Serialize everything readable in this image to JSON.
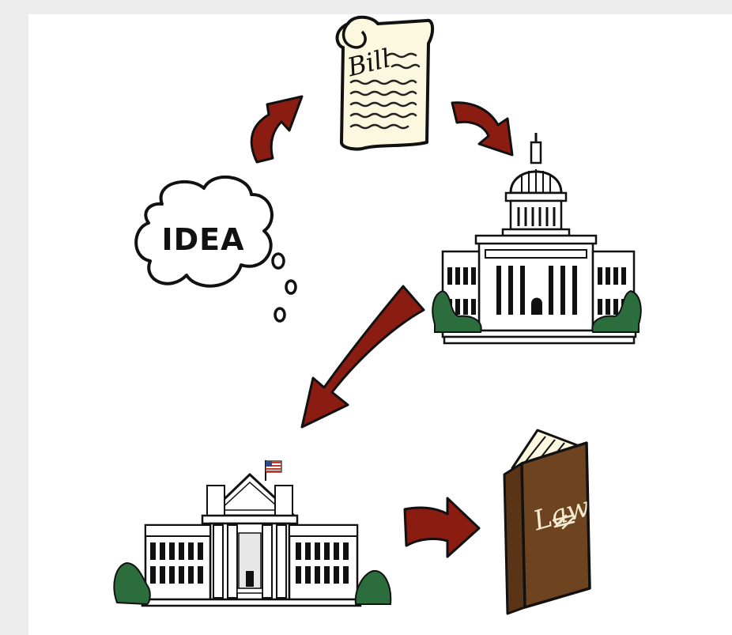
{
  "diagram": {
    "idea_label": "IDEA",
    "bill_label": "Bill",
    "law_label": "Law"
  },
  "colors": {
    "arrow": "#8a1c12",
    "paper": "#fbf8df",
    "book": "#6e4420",
    "shrub": "#2b6d3c",
    "outline": "#111111"
  },
  "icons": [
    "thought-cloud-icon",
    "scroll-icon",
    "capitol-building-icon",
    "white-house-icon",
    "law-book-icon",
    "us-flag-icon",
    "curved-arrow-icon"
  ]
}
